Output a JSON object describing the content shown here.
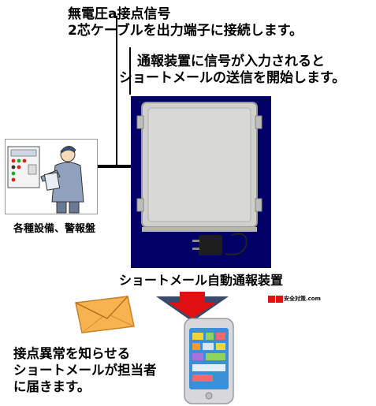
{
  "notes": {
    "output_line1": "無電圧a接点信号",
    "output_line2": "2芯ケーブルを出力端子に接続します。",
    "input_line1": "通報装置に信号が入力されると",
    "input_line2": "ショートメールの送信を開始します。"
  },
  "labels": {
    "equipment": "各種設備、警報盤",
    "device": "ショートメール自動通報装置",
    "result_line1": "接点異常を知らせる",
    "result_line2": "ショートメールが担当者",
    "result_line3": "に届きます。",
    "logo": "安全対策.com"
  },
  "icons": {
    "worker": "worker-at-control-panel-icon",
    "device": "notification-device-box-icon",
    "adapter": "ac-adapter-icon",
    "envelope": "mail-envelope-icon",
    "arrow": "down-arrow-icon",
    "phone": "smartphone-icon"
  },
  "colors": {
    "device_bg": "#000066",
    "arrow_dark": "#3a4a6a",
    "arrow_red": "#e01010",
    "envelope": "#f2a640",
    "phone_screen": "#3a8fd6"
  }
}
